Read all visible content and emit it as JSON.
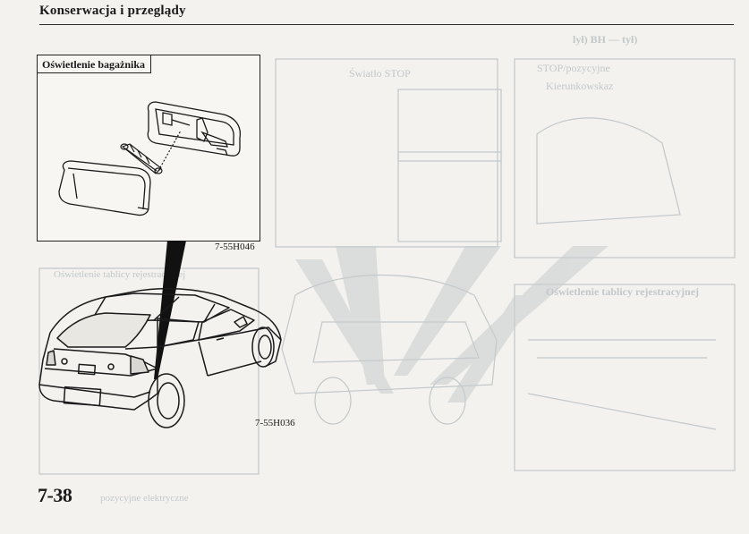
{
  "header": {
    "title": "Konserwacja i przeglądy"
  },
  "inset": {
    "title": "Oświetlenie bagażnika",
    "figure_code": "7-55H046"
  },
  "main_figure": {
    "figure_code": "7-55H036"
  },
  "footer": {
    "page_number": "7-38"
  },
  "colors": {
    "ink": "#1a1a1a",
    "paper": "#f3f2ee",
    "ghost": "#b9bec0"
  },
  "icons": [
    "lamp-bulb-icon",
    "lamp-lens-icon",
    "lamp-housing-icon",
    "car-illustration"
  ]
}
